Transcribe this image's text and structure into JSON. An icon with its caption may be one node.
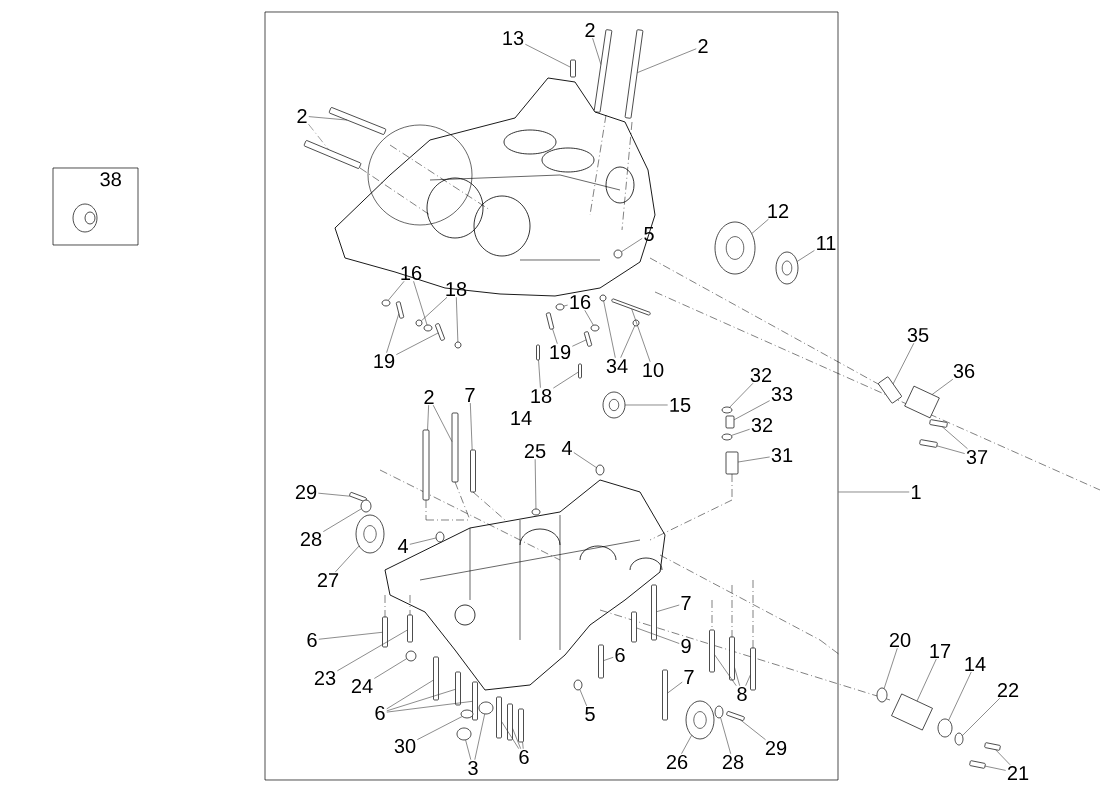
{
  "diagram": {
    "nodes": [
      {
        "text": [],
        "shape": "box"
      },
      {
        "text": [
          "38"
        ]
      },
      {
        "text": [
          "13"
        ],
        "in": 0
      },
      {
        "text": [
          "2"
        ],
        "in": 0
      },
      {
        "text": [
          "2"
        ],
        "in": 0
      },
      {
        "text": [
          "2"
        ],
        "in": 0
      },
      {
        "text": [
          "12"
        ],
        "in": 0
      },
      {
        "text": [
          "11"
        ],
        "in": 0
      },
      {
        "text": [
          "5"
        ],
        "in": 0
      },
      {
        "text": [
          "16"
        ],
        "in": 0
      },
      {
        "text": [
          "18"
        ],
        "in": 0
      },
      {
        "text": [
          "16"
        ],
        "in": 0
      },
      {
        "text": [
          "34"
        ],
        "in": 0
      },
      {
        "text": [
          "10"
        ],
        "in": 0
      },
      {
        "text": [
          "19"
        ],
        "in": 0
      },
      {
        "text": [
          "19"
        ],
        "in": 0
      },
      {
        "text": [
          "35"
        ]
      },
      {
        "text": [
          "36"
        ]
      },
      {
        "text": [
          "32"
        ],
        "in": 0
      },
      {
        "text": [
          "33"
        ],
        "in": 0
      },
      {
        "text": [
          "18"
        ],
        "in": 0
      },
      {
        "text": [
          "15"
        ],
        "in": 0
      },
      {
        "text": [
          "2"
        ],
        "in": 0
      },
      {
        "text": [
          "7"
        ],
        "in": 0
      },
      {
        "text": [
          "32"
        ],
        "in": 0
      },
      {
        "text": [
          "25"
        ],
        "in": 0
      },
      {
        "text": [
          "4"
        ],
        "in": 0
      },
      {
        "text": [
          "31"
        ],
        "in": 0
      },
      {
        "text": [
          "37"
        ]
      },
      {
        "text": [
          "1"
        ]
      },
      {
        "text": [
          "29"
        ],
        "in": 0
      },
      {
        "text": [
          "28"
        ],
        "in": 0
      },
      {
        "text": [
          "4"
        ],
        "in": 0
      },
      {
        "text": [
          "27"
        ],
        "in": 0
      },
      {
        "text": [
          "7"
        ],
        "in": 0
      },
      {
        "text": [
          "6"
        ],
        "in": 0
      },
      {
        "text": [
          "9"
        ],
        "in": 0
      },
      {
        "text": [
          "20"
        ]
      },
      {
        "text": [
          "17"
        ]
      },
      {
        "text": [
          "6"
        ],
        "in": 0
      },
      {
        "text": [
          "14"
        ]
      },
      {
        "text": [
          "7"
        ],
        "in": 0
      },
      {
        "text": [
          "23"
        ],
        "in": 0
      },
      {
        "text": [
          "24"
        ],
        "in": 0
      },
      {
        "text": [
          "22"
        ]
      },
      {
        "text": [
          "8"
        ],
        "in": 0
      },
      {
        "text": [
          "6"
        ],
        "in": 0
      },
      {
        "text": [
          "5"
        ],
        "in": 0
      },
      {
        "text": [
          "30"
        ],
        "in": 0
      },
      {
        "text": [
          "29"
        ],
        "in": 0
      },
      {
        "text": [
          "6"
        ],
        "in": 0
      },
      {
        "text": [
          "26"
        ],
        "in": 0
      },
      {
        "text": [
          "28"
        ],
        "in": 0
      },
      {
        "text": [
          "3"
        ],
        "in": 0
      },
      {
        "text": [
          "21"
        ]
      },
      {
        "text": [],
        "shape": "bar",
        "in": 0
      },
      {
        "text": [],
        "shape": "bar",
        "in": 0
      },
      {
        "text": [],
        "shape": "bar",
        "in": 0
      },
      {
        "text": [],
        "shape": "bar",
        "in": 0
      },
      {
        "text": [],
        "shape": "bar",
        "in": 0
      },
      {
        "text": [],
        "shape": "circle",
        "in": 0
      },
      {
        "text": [],
        "shape": "circle",
        "in": 0
      },
      {
        "text": [],
        "shape": "circle",
        "in": 0
      },
      {
        "text": [],
        "shape": "circle",
        "in": 0
      },
      {
        "text": [],
        "shape": "circle",
        "in": 0
      },
      {
        "text": [],
        "shape": "circle",
        "in": 0
      },
      {
        "text": [],
        "shape": "circle",
        "in": 0
      },
      {
        "text": [],
        "shape": "circle",
        "in": 0
      },
      {
        "text": [],
        "shape": "circle",
        "in": 0
      },
      {
        "text": [],
        "shape": "circle",
        "in": 0
      },
      {
        "text": [],
        "shape": "circle",
        "in": 0
      },
      {
        "text": [],
        "shape": "bar",
        "in": 0
      },
      {
        "text": [],
        "shape": "bar",
        "in": 0
      },
      {
        "text": [],
        "shape": "bar",
        "in": 0
      },
      {
        "text": [],
        "shape": "bar",
        "in": 0
      },
      {
        "text": [],
        "shape": "bar",
        "in": 0
      },
      {
        "text": [],
        "shape": "bar"
      },
      {
        "text": [],
        "shape": "box"
      },
      {
        "text": [],
        "shape": "circle",
        "in": 0
      },
      {
        "text": [],
        "shape": "bar",
        "in": 0
      },
      {
        "text": [],
        "shape": "bar",
        "in": 0
      },
      {
        "text": [],
        "shape": "bar",
        "in": 0
      },
      {
        "text": [],
        "shape": "circle",
        "in": 0
      },
      {
        "text": [],
        "shape": "bar",
        "in": 0
      },
      {
        "text": [],
        "shape": "bar",
        "in": 0
      },
      {
        "text": [],
        "shape": "bar",
        "in": 0
      },
      {
        "text": [],
        "shape": "circle",
        "in": 0
      },
      {
        "text": [],
        "shape": "circle",
        "in": 0
      },
      {
        "text": [],
        "shape": "circle",
        "in": 0
      },
      {
        "text": [],
        "shape": "bar",
        "in": 0
      },
      {
        "text": [],
        "shape": "bar"
      },
      {
        "text": [],
        "shape": "bar"
      },
      {
        "text": [],
        "shape": "bar",
        "in": 0
      },
      {
        "text": [],
        "shape": "circle",
        "in": 0
      },
      {
        "text": [],
        "shape": "circle",
        "in": 0
      },
      {
        "text": [],
        "shape": "circle",
        "in": 0
      },
      {
        "text": [],
        "shape": "bar",
        "in": 0
      },
      {
        "text": [],
        "shape": "bar",
        "in": 0
      },
      {
        "text": [],
        "shape": "bar",
        "in": 0
      },
      {
        "text": [],
        "shape": "circle"
      },
      {
        "text": [],
        "shape": "box"
      },
      {
        "text": [],
        "shape": "bar",
        "in": 0
      },
      {
        "text": [],
        "shape": "circle"
      },
      {
        "text": [],
        "shape": "bar",
        "in": 0
      },
      {
        "text": [],
        "shape": "bar",
        "in": 0
      },
      {
        "text": [],
        "shape": "circle",
        "in": 0
      },
      {
        "text": [],
        "shape": "circle"
      },
      {
        "text": [],
        "shape": "bar",
        "in": 0
      },
      {
        "text": [],
        "shape": "bar",
        "in": 0
      },
      {
        "text": [],
        "shape": "bar",
        "in": 0
      },
      {
        "text": [],
        "shape": "bar",
        "in": 0
      },
      {
        "text": [],
        "shape": "bar",
        "in": 0
      },
      {
        "text": [],
        "shape": "bar",
        "in": 0
      },
      {
        "text": [],
        "shape": "circle",
        "in": 0
      },
      {
        "text": [],
        "shape": "circle",
        "in": 0
      },
      {
        "text": [],
        "shape": "bar",
        "in": 0
      },
      {
        "text": [],
        "shape": "bar",
        "in": 0
      },
      {
        "text": [],
        "shape": "bar",
        "in": 0
      },
      {
        "text": [],
        "shape": "bar",
        "in": 0
      },
      {
        "text": [],
        "shape": "circle",
        "in": 0
      },
      {
        "text": [],
        "shape": "circle",
        "in": 0
      },
      {
        "text": [],
        "shape": "circle",
        "in": 0
      },
      {
        "text": [],
        "shape": "circle",
        "in": 0
      },
      {
        "text": [],
        "shape": "bar"
      },
      {
        "text": [],
        "shape": "bar"
      }
    ],
    "edges": [
      {
        "from": 2,
        "to": 55,
        "arrow": "none"
      },
      {
        "from": 3,
        "to": 56,
        "arrow": "none"
      },
      {
        "from": 4,
        "to": 57,
        "arrow": "none"
      },
      {
        "from": 5,
        "to": 58,
        "arrow": "none"
      },
      {
        "from": 5,
        "to": 59,
        "arrow": "none",
        "style": "dashed"
      },
      {
        "from": 6,
        "to": 60,
        "arrow": "none"
      },
      {
        "from": 7,
        "to": 61,
        "arrow": "none"
      },
      {
        "from": 8,
        "to": 62,
        "arrow": "none"
      },
      {
        "from": 9,
        "to": 63,
        "arrow": "none"
      },
      {
        "from": 9,
        "to": 64,
        "arrow": "none"
      },
      {
        "from": 10,
        "to": 65,
        "arrow": "none"
      },
      {
        "from": 10,
        "to": 66,
        "arrow": "none"
      },
      {
        "from": 11,
        "to": 67,
        "arrow": "none"
      },
      {
        "from": 11,
        "to": 68,
        "arrow": "none"
      },
      {
        "from": 12,
        "to": 69,
        "arrow": "none"
      },
      {
        "from": 12,
        "to": 70,
        "arrow": "none"
      },
      {
        "from": 13,
        "to": 71,
        "arrow": "none"
      },
      {
        "from": 14,
        "to": 72,
        "arrow": "none"
      },
      {
        "from": 14,
        "to": 73,
        "arrow": "none"
      },
      {
        "from": 15,
        "to": 74,
        "arrow": "none"
      },
      {
        "from": 15,
        "to": 75,
        "arrow": "none"
      },
      {
        "from": 16,
        "to": 76,
        "arrow": "none"
      },
      {
        "from": 17,
        "to": 77,
        "arrow": "none"
      },
      {
        "from": 18,
        "to": 78,
        "arrow": "none"
      },
      {
        "from": 19,
        "to": 79,
        "arrow": "none"
      },
      {
        "from": 20,
        "to": 80,
        "arrow": "none"
      },
      {
        "from": 20,
        "to": 81,
        "arrow": "none"
      },
      {
        "from": 21,
        "to": 82,
        "arrow": "none"
      },
      {
        "from": 22,
        "to": 83,
        "arrow": "none"
      },
      {
        "from": 22,
        "to": 84,
        "arrow": "none"
      },
      {
        "from": 23,
        "to": 85,
        "arrow": "none"
      },
      {
        "from": 24,
        "to": 86,
        "arrow": "none"
      },
      {
        "from": 25,
        "to": 87,
        "arrow": "none"
      },
      {
        "from": 26,
        "to": 88,
        "arrow": "none"
      },
      {
        "from": 27,
        "to": 89,
        "arrow": "none"
      },
      {
        "from": 28,
        "to": 90,
        "arrow": "none"
      },
      {
        "from": 28,
        "to": 91,
        "arrow": "none"
      },
      {
        "from": 29,
        "to": 0,
        "arrow": "none"
      },
      {
        "from": 30,
        "to": 92,
        "arrow": "none"
      },
      {
        "from": 31,
        "to": 93,
        "arrow": "none"
      },
      {
        "from": 32,
        "to": 94,
        "arrow": "none"
      },
      {
        "from": 33,
        "to": 95,
        "arrow": "none"
      },
      {
        "from": 34,
        "to": 96,
        "arrow": "none"
      },
      {
        "from": 35,
        "to": 97,
        "arrow": "none"
      },
      {
        "from": 36,
        "to": 98,
        "arrow": "none"
      },
      {
        "from": 37,
        "to": 99,
        "arrow": "none"
      },
      {
        "from": 38,
        "to": 100,
        "arrow": "none"
      },
      {
        "from": 39,
        "to": 101,
        "arrow": "none"
      },
      {
        "from": 40,
        "to": 102,
        "arrow": "none"
      },
      {
        "from": 41,
        "to": 103,
        "arrow": "none"
      },
      {
        "from": 42,
        "to": 104,
        "arrow": "none"
      },
      {
        "from": 43,
        "to": 105,
        "arrow": "none"
      },
      {
        "from": 44,
        "to": 106,
        "arrow": "none"
      },
      {
        "from": 45,
        "to": 107,
        "arrow": "none"
      },
      {
        "from": 45,
        "to": 108,
        "arrow": "none"
      },
      {
        "from": 45,
        "to": 109,
        "arrow": "none"
      },
      {
        "from": 46,
        "to": 110,
        "arrow": "none"
      },
      {
        "from": 46,
        "to": 111,
        "arrow": "none"
      },
      {
        "from": 46,
        "to": 112,
        "arrow": "none"
      },
      {
        "from": 47,
        "to": 113,
        "arrow": "none"
      },
      {
        "from": 48,
        "to": 114,
        "arrow": "none"
      },
      {
        "from": 49,
        "to": 115,
        "arrow": "none"
      },
      {
        "from": 50,
        "to": 116,
        "arrow": "none"
      },
      {
        "from": 50,
        "to": 117,
        "arrow": "none"
      },
      {
        "from": 50,
        "to": 118,
        "arrow": "none"
      },
      {
        "from": 51,
        "to": 119,
        "arrow": "none"
      },
      {
        "from": 52,
        "to": 120,
        "arrow": "none"
      },
      {
        "from": 53,
        "to": 121,
        "arrow": "none"
      },
      {
        "from": 53,
        "to": 122,
        "arrow": "none"
      },
      {
        "from": 54,
        "to": 123,
        "arrow": "none"
      },
      {
        "from": 54,
        "to": 124,
        "arrow": "none"
      }
    ],
    "labels": [
      "14"
    ]
  }
}
